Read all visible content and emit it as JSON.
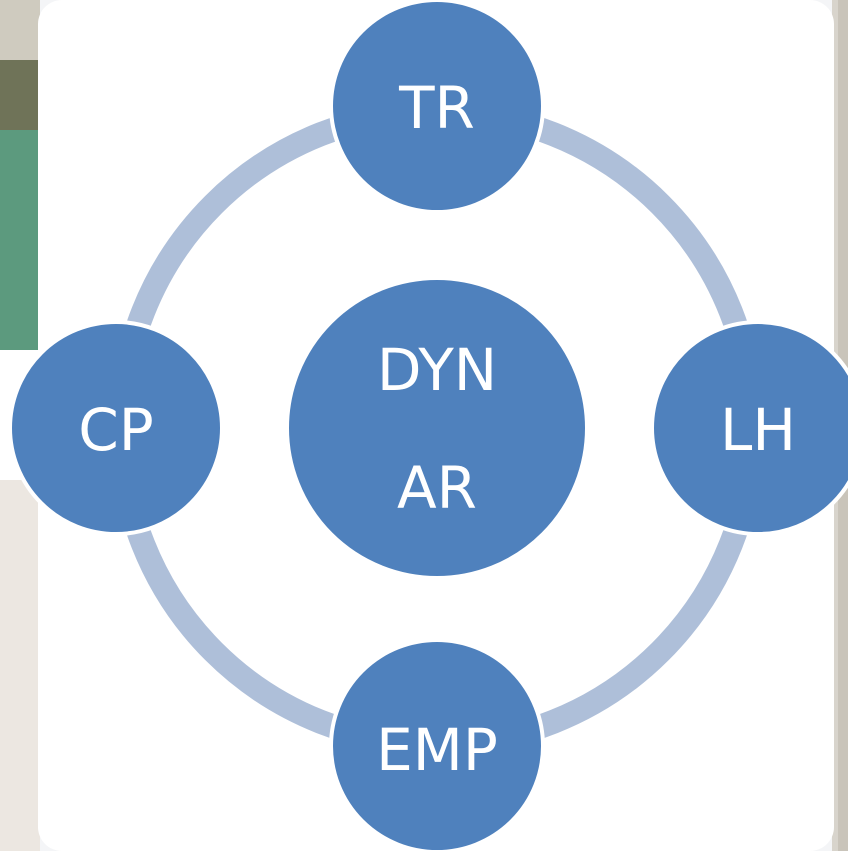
{
  "diagram": {
    "colors": {
      "node_fill": "#4f81bd",
      "node_stroke": "#ffffff",
      "ring": "#aebfd9",
      "background": "#ffffff",
      "left_photo_green": "#5c9a7e",
      "left_photo_olive": "#6f7358",
      "left_photo_wall": "#d9d6cc",
      "right_strip": "#d8d4cc"
    },
    "center": {
      "line1": "DYN",
      "line2": "AR"
    },
    "nodes": {
      "top": "TR",
      "right": "LH",
      "bottom": "EMP",
      "left": "CP"
    }
  }
}
